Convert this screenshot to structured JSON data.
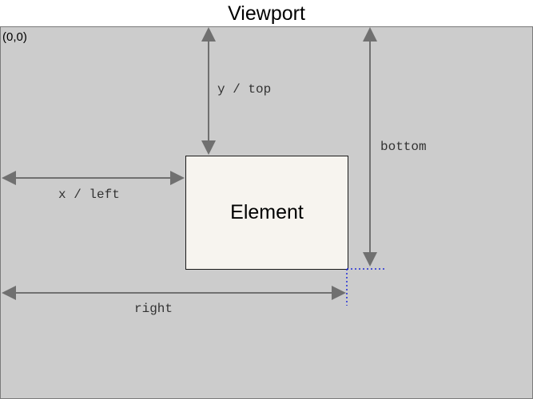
{
  "diagram": {
    "title": "Viewport",
    "origin_label": "(0,0)",
    "element_label": "Element",
    "labels": {
      "top": "y / top",
      "left": "x / left",
      "right": "right",
      "bottom": "bottom"
    },
    "colors": {
      "viewport_fill": "#cccccc",
      "element_fill": "#f7f4ef",
      "arrow": "#707070",
      "guide": "#1f2bd6"
    }
  }
}
